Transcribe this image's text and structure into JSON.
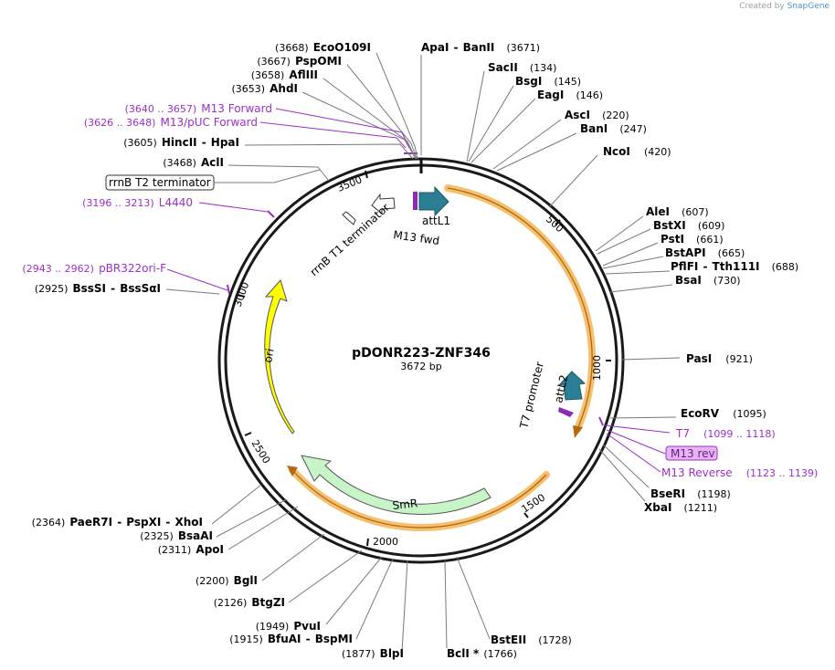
{
  "credit": {
    "prefix": "Created by",
    "brand": "SnapGene"
  },
  "plasmid": {
    "name": "pDONR223-ZNF346",
    "length_label": "3672 bp",
    "length": 3672
  },
  "colors": {
    "backbone": "#1a1a1a",
    "primer": "#9b30c8",
    "primer_box_fill": "#e7b4f3",
    "att_site": "#2b7f94",
    "ori": "#ffff00",
    "smr": "#c8f5c8",
    "orf_highlight": "#f5c06f",
    "site_line": "#7a7a7a"
  },
  "sites": [
    {
      "name": "EcoO109I",
      "pos": "(3668)"
    },
    {
      "name": "PspOMI",
      "pos": "(3667)"
    },
    {
      "name": "AflIII",
      "pos": "(3658)"
    },
    {
      "name": "AhdI",
      "pos": "(3653)"
    },
    {
      "name": "HincII",
      "name2": "HpaI",
      "pos": "(3605)"
    },
    {
      "name": "AclI",
      "pos": "(3468)"
    },
    {
      "name": "BssSI",
      "name2": "BssSαI",
      "pos": "(2925)"
    },
    {
      "name": "PaeR7I",
      "name2": "PspXI",
      "name3": "XhoI",
      "pos": "(2364)"
    },
    {
      "name": "BsaAI",
      "pos": "(2325)"
    },
    {
      "name": "ApoI",
      "pos": "(2311)"
    },
    {
      "name": "BglI",
      "pos": "(2200)"
    },
    {
      "name": "BtgZI",
      "pos": "(2126)"
    },
    {
      "name": "PvuI",
      "pos": "(1949)"
    },
    {
      "name": "BfuAI",
      "name2": "BspMI",
      "pos": "(1915)"
    },
    {
      "name": "BlpI",
      "pos": "(1877)"
    },
    {
      "name": "BclI *",
      "pos": "(1766)"
    },
    {
      "name": "BstEII",
      "pos": "(1728)"
    },
    {
      "name": "ApaI",
      "name2": "BanII",
      "pos": "(3671)"
    },
    {
      "name": "SacII",
      "pos": "(134)"
    },
    {
      "name": "BsgI",
      "pos": "(145)"
    },
    {
      "name": "EagI",
      "pos": "(146)"
    },
    {
      "name": "AscI",
      "pos": "(220)"
    },
    {
      "name": "BanI",
      "pos": "(247)"
    },
    {
      "name": "NcoI",
      "pos": "(420)"
    },
    {
      "name": "AleI",
      "pos": "(607)"
    },
    {
      "name": "BstXI",
      "pos": "(609)"
    },
    {
      "name": "PstI",
      "pos": "(661)"
    },
    {
      "name": "BstAPI",
      "pos": "(665)"
    },
    {
      "name": "PflFI",
      "name2": "Tth111I",
      "pos": "(688)"
    },
    {
      "name": "BsaI",
      "pos": "(730)"
    },
    {
      "name": "PasI",
      "pos": "(921)"
    },
    {
      "name": "EcoRV",
      "pos": "(1095)"
    },
    {
      "name": "BseRI",
      "pos": "(1198)"
    },
    {
      "name": "XbaI",
      "pos": "(1211)"
    }
  ],
  "primers": [
    {
      "name": "M13 Forward",
      "range": "(3640 .. 3657)"
    },
    {
      "name": "M13/pUC Forward",
      "range": "(3626 .. 3648)"
    },
    {
      "name": "L4440",
      "range": "(3196 .. 3213)"
    },
    {
      "name": "pBR322ori-F",
      "range": "(2943 .. 2962)"
    },
    {
      "name": "T7",
      "range": "(1099 .. 1118)"
    },
    {
      "name": "M13 rev"
    },
    {
      "name": "M13 Reverse",
      "range": "(1123 .. 1139)"
    }
  ],
  "boxed_labels": [
    "rrnB T2 terminator"
  ],
  "features": {
    "attL1": "attL1",
    "m13_fwd": "M13 fwd",
    "rrnb_t1": "rrnB T1 terminator",
    "t7_promoter": "T7 promoter",
    "attL2": "attL2",
    "ori": "ori",
    "smr": "SmR"
  },
  "ticks": [
    "500",
    "1000",
    "1500",
    "2000",
    "2500",
    "3000",
    "3500"
  ]
}
